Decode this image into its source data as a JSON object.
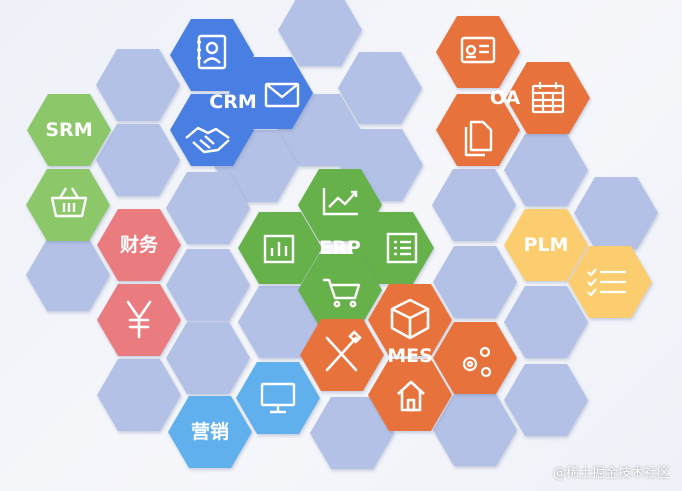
{
  "modules": {
    "crm": {
      "label": "CRM",
      "color": "#4a7ee3"
    },
    "oa": {
      "label": "OA",
      "color": "#e8723a"
    },
    "srm": {
      "label": "SRM",
      "color": "#8cc86a"
    },
    "erp": {
      "label": "ERP",
      "color": "#66b14a"
    },
    "finance": {
      "label": "财务",
      "color": "#ea7c80"
    },
    "plm": {
      "label": "PLM",
      "color": "#fccd6e"
    },
    "mes": {
      "label": "MES",
      "color": "#e8723a"
    },
    "marketing": {
      "label": "营销",
      "color": "#5fb0ec"
    }
  },
  "filler_color": "#b4c1e6",
  "icons": {
    "crm": [
      "contact-card-icon",
      "mail-icon",
      "handshake-icon"
    ],
    "oa": [
      "id-badge-icon",
      "calendar-icon",
      "documents-icon"
    ],
    "srm": [
      "basket-icon"
    ],
    "erp": [
      "line-chart-icon",
      "bar-chart-icon",
      "list-icon",
      "cart-icon"
    ],
    "finance": [
      "yuan-icon"
    ],
    "plm": [
      "checklist-icon"
    ],
    "mes": [
      "box-icon",
      "tools-icon",
      "gears-icon",
      "house-icon"
    ],
    "marketing": [
      "monitor-icon"
    ]
  },
  "watermark": "@稀土掘金技术社区"
}
